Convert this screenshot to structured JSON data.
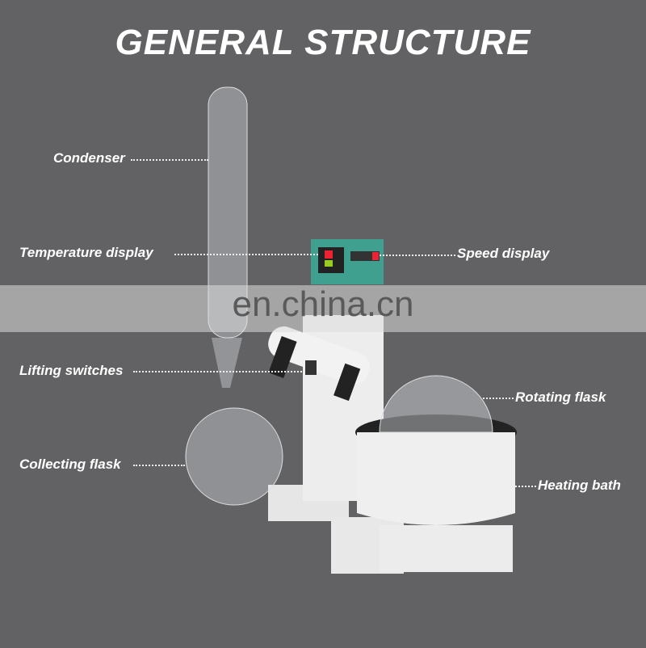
{
  "title": "GENERAL STRUCTURE",
  "labels": {
    "condenser": "Condenser",
    "temperature_display": "Temperature display",
    "speed_display": "Speed display",
    "lifting_switches": "Lifting switches",
    "rotating_flask": "Rotating flask",
    "collecting_flask": "Collecting flask",
    "heating_bath": "Heating bath"
  },
  "watermark": "en.china.cn",
  "colors": {
    "background": "#626264",
    "panel": "#3fa08f"
  }
}
